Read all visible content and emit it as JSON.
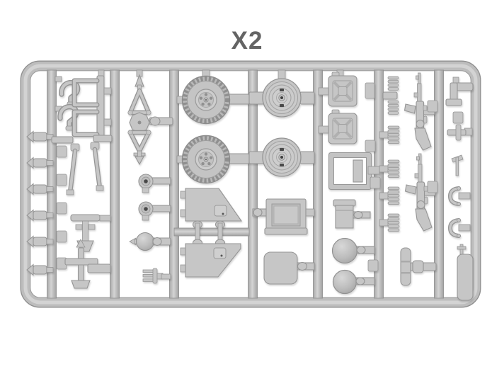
{
  "header": {
    "quantity_label": "X2"
  },
  "colors": {
    "page_bg": "#ffffff",
    "label": "#646464",
    "plastic": "#c6c6c6",
    "plastic_light": "#d0d0d0",
    "plastic_edge": "#959595",
    "hole": "#4a4a4a"
  },
  "sprue": {
    "kind": "model-kit-sprue",
    "quantity": "X2",
    "parts": [
      {
        "name": "hook-part",
        "count": 2
      },
      {
        "name": "winged-lever",
        "count": 6
      },
      {
        "name": "ejector-pad",
        "count": 12
      },
      {
        "name": "bracket-pair",
        "count": 1
      },
      {
        "name": "rod-part",
        "count": 2
      },
      {
        "name": "valve-part",
        "count": 1
      },
      {
        "name": "steering-column",
        "count": 1
      },
      {
        "name": "suspension-arm",
        "count": 1
      },
      {
        "name": "wheel-hub",
        "count": 2
      },
      {
        "name": "ball-part",
        "count": 1
      },
      {
        "name": "fork-part",
        "count": 1
      },
      {
        "name": "treaded-tire",
        "count": 2
      },
      {
        "name": "hatch-panel",
        "count": 2
      },
      {
        "name": "steel-wheel",
        "count": 2
      },
      {
        "name": "stowage-box",
        "count": 1
      },
      {
        "name": "base-plate",
        "count": 1
      },
      {
        "name": "jerry-can",
        "count": 2
      },
      {
        "name": "crate-frame",
        "count": 1
      },
      {
        "name": "ammo-box",
        "count": 1
      },
      {
        "name": "helmet",
        "count": 2
      },
      {
        "name": "coil-spring",
        "count": 6
      },
      {
        "name": "machine-gun",
        "count": 2
      },
      {
        "name": "axle-part",
        "count": 1
      },
      {
        "name": "corner-bracket",
        "count": 1
      },
      {
        "name": "pipe-fitting",
        "count": 1
      },
      {
        "name": "pickaxe",
        "count": 1
      },
      {
        "name": "clamp",
        "count": 2
      },
      {
        "name": "pin-part",
        "count": 1
      },
      {
        "name": "flat-panel",
        "count": 1
      }
    ]
  }
}
